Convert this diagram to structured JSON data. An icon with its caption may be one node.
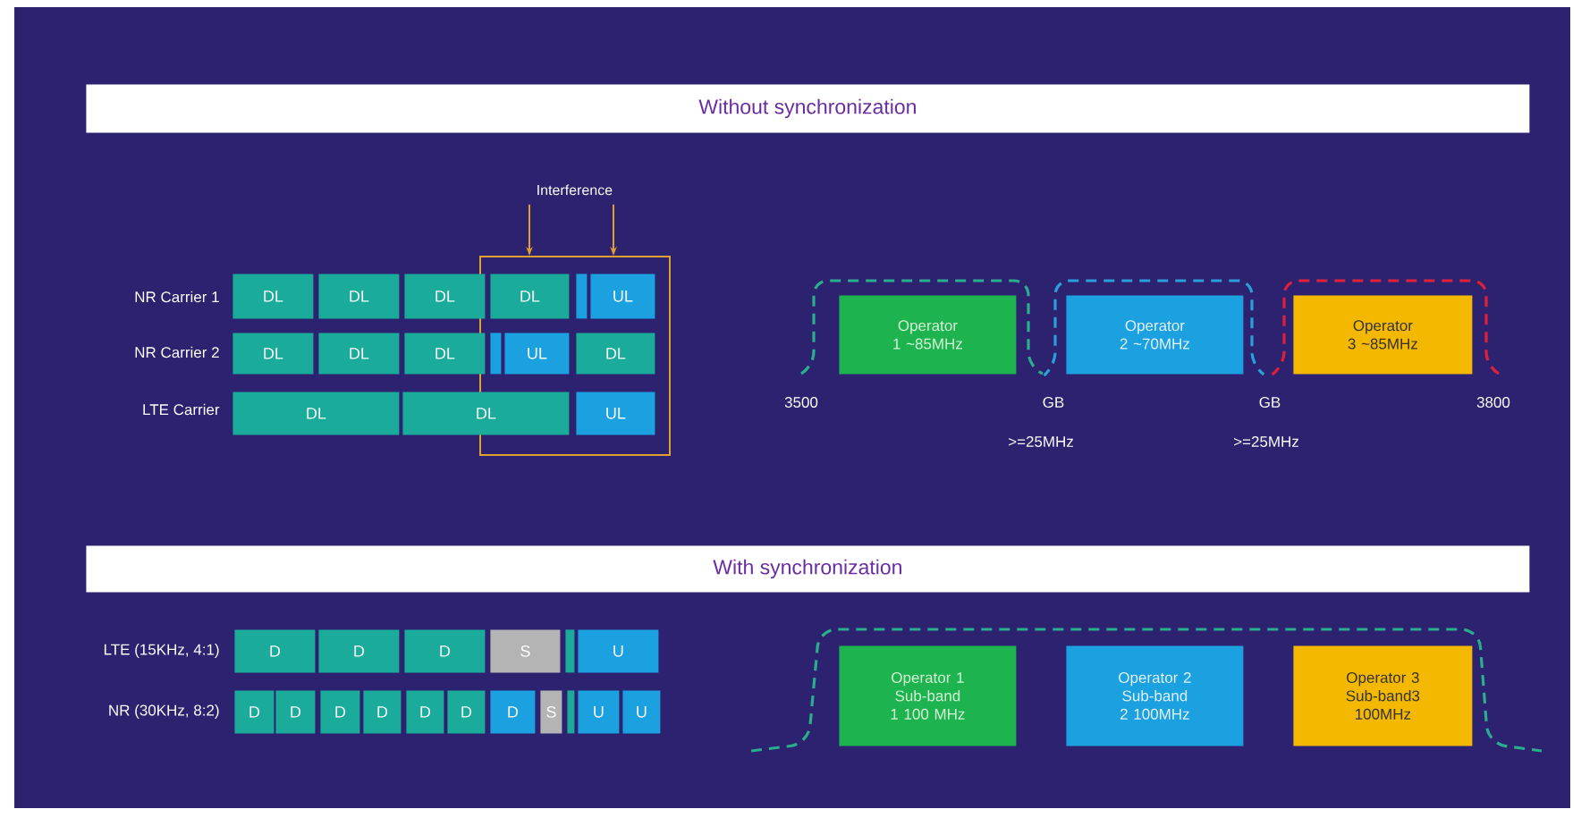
{
  "diagram": {
    "nodes": [
      {
        "text": [
          "Without synchronization"
        ]
      },
      {
        "text": [
          "Interference"
        ]
      },
      {
        "text": [],
        "shape": "box"
      },
      {
        "text": [
          "DL"
        ]
      },
      {
        "text": [
          "DL"
        ]
      },
      {
        "text": [
          "DL"
        ]
      },
      {
        "text": [
          "DL"
        ],
        "in": 2
      },
      {
        "text": [],
        "shape": "bar",
        "in": 2
      },
      {
        "text": [
          "UL"
        ],
        "in": 2
      },
      {
        "text": [
          "DL"
        ]
      },
      {
        "text": [
          "DL"
        ]
      },
      {
        "text": [
          "DL"
        ]
      },
      {
        "text": [],
        "shape": "bar",
        "in": 2
      },
      {
        "text": [
          "UL"
        ],
        "in": 2
      },
      {
        "text": [
          "DL"
        ],
        "in": 2
      },
      {
        "text": [
          "DL"
        ]
      },
      {
        "text": [
          "DL"
        ]
      },
      {
        "text": [
          "UL"
        ],
        "in": 2
      },
      {
        "text": [
          "Operator 1 ~85MHz"
        ]
      },
      {
        "text": [
          "Operator 2 ~70MHz"
        ]
      },
      {
        "text": [
          "Operator 3 ~85MHz"
        ]
      },
      {
        "text": [
          "With synchronization"
        ]
      },
      {
        "text": [
          "D"
        ]
      },
      {
        "text": [
          "D"
        ]
      },
      {
        "text": [
          "D"
        ]
      },
      {
        "text": [
          "S"
        ]
      },
      {
        "text": [],
        "shape": "bar"
      },
      {
        "text": [
          "U"
        ]
      },
      {
        "text": [
          "D"
        ]
      },
      {
        "text": [
          "D"
        ]
      },
      {
        "text": [
          "D"
        ]
      },
      {
        "text": [
          "D"
        ]
      },
      {
        "text": [
          "D"
        ]
      },
      {
        "text": [
          "D"
        ]
      },
      {
        "text": [
          "D"
        ]
      },
      {
        "text": [
          "S"
        ]
      },
      {
        "text": [],
        "shape": "bar"
      },
      {
        "text": [
          "U"
        ]
      },
      {
        "text": [
          "U"
        ]
      },
      {
        "text": [
          "Operator 1 Sub-band 1 100 MHz"
        ]
      },
      {
        "text": [
          "Operator 2 Sub-band 2 100MHz"
        ]
      },
      {
        "text": [
          "Operator 3 Sub-band3 100MHz"
        ]
      }
    ],
    "edges": [
      {
        "from": 1,
        "to": 2,
        "arrow": "to"
      },
      {
        "from": 1,
        "to": 2,
        "arrow": "to"
      }
    ],
    "labels": [
      "NR Carrier 1",
      "NR Carrier 2",
      "LTE Carrier",
      "3500",
      "GB",
      "GB",
      "3800",
      ">=25MHz",
      ">=25MHz",
      "LTE (15KHz, 4:1)",
      "NR (30KHz, 8:2)"
    ]
  }
}
